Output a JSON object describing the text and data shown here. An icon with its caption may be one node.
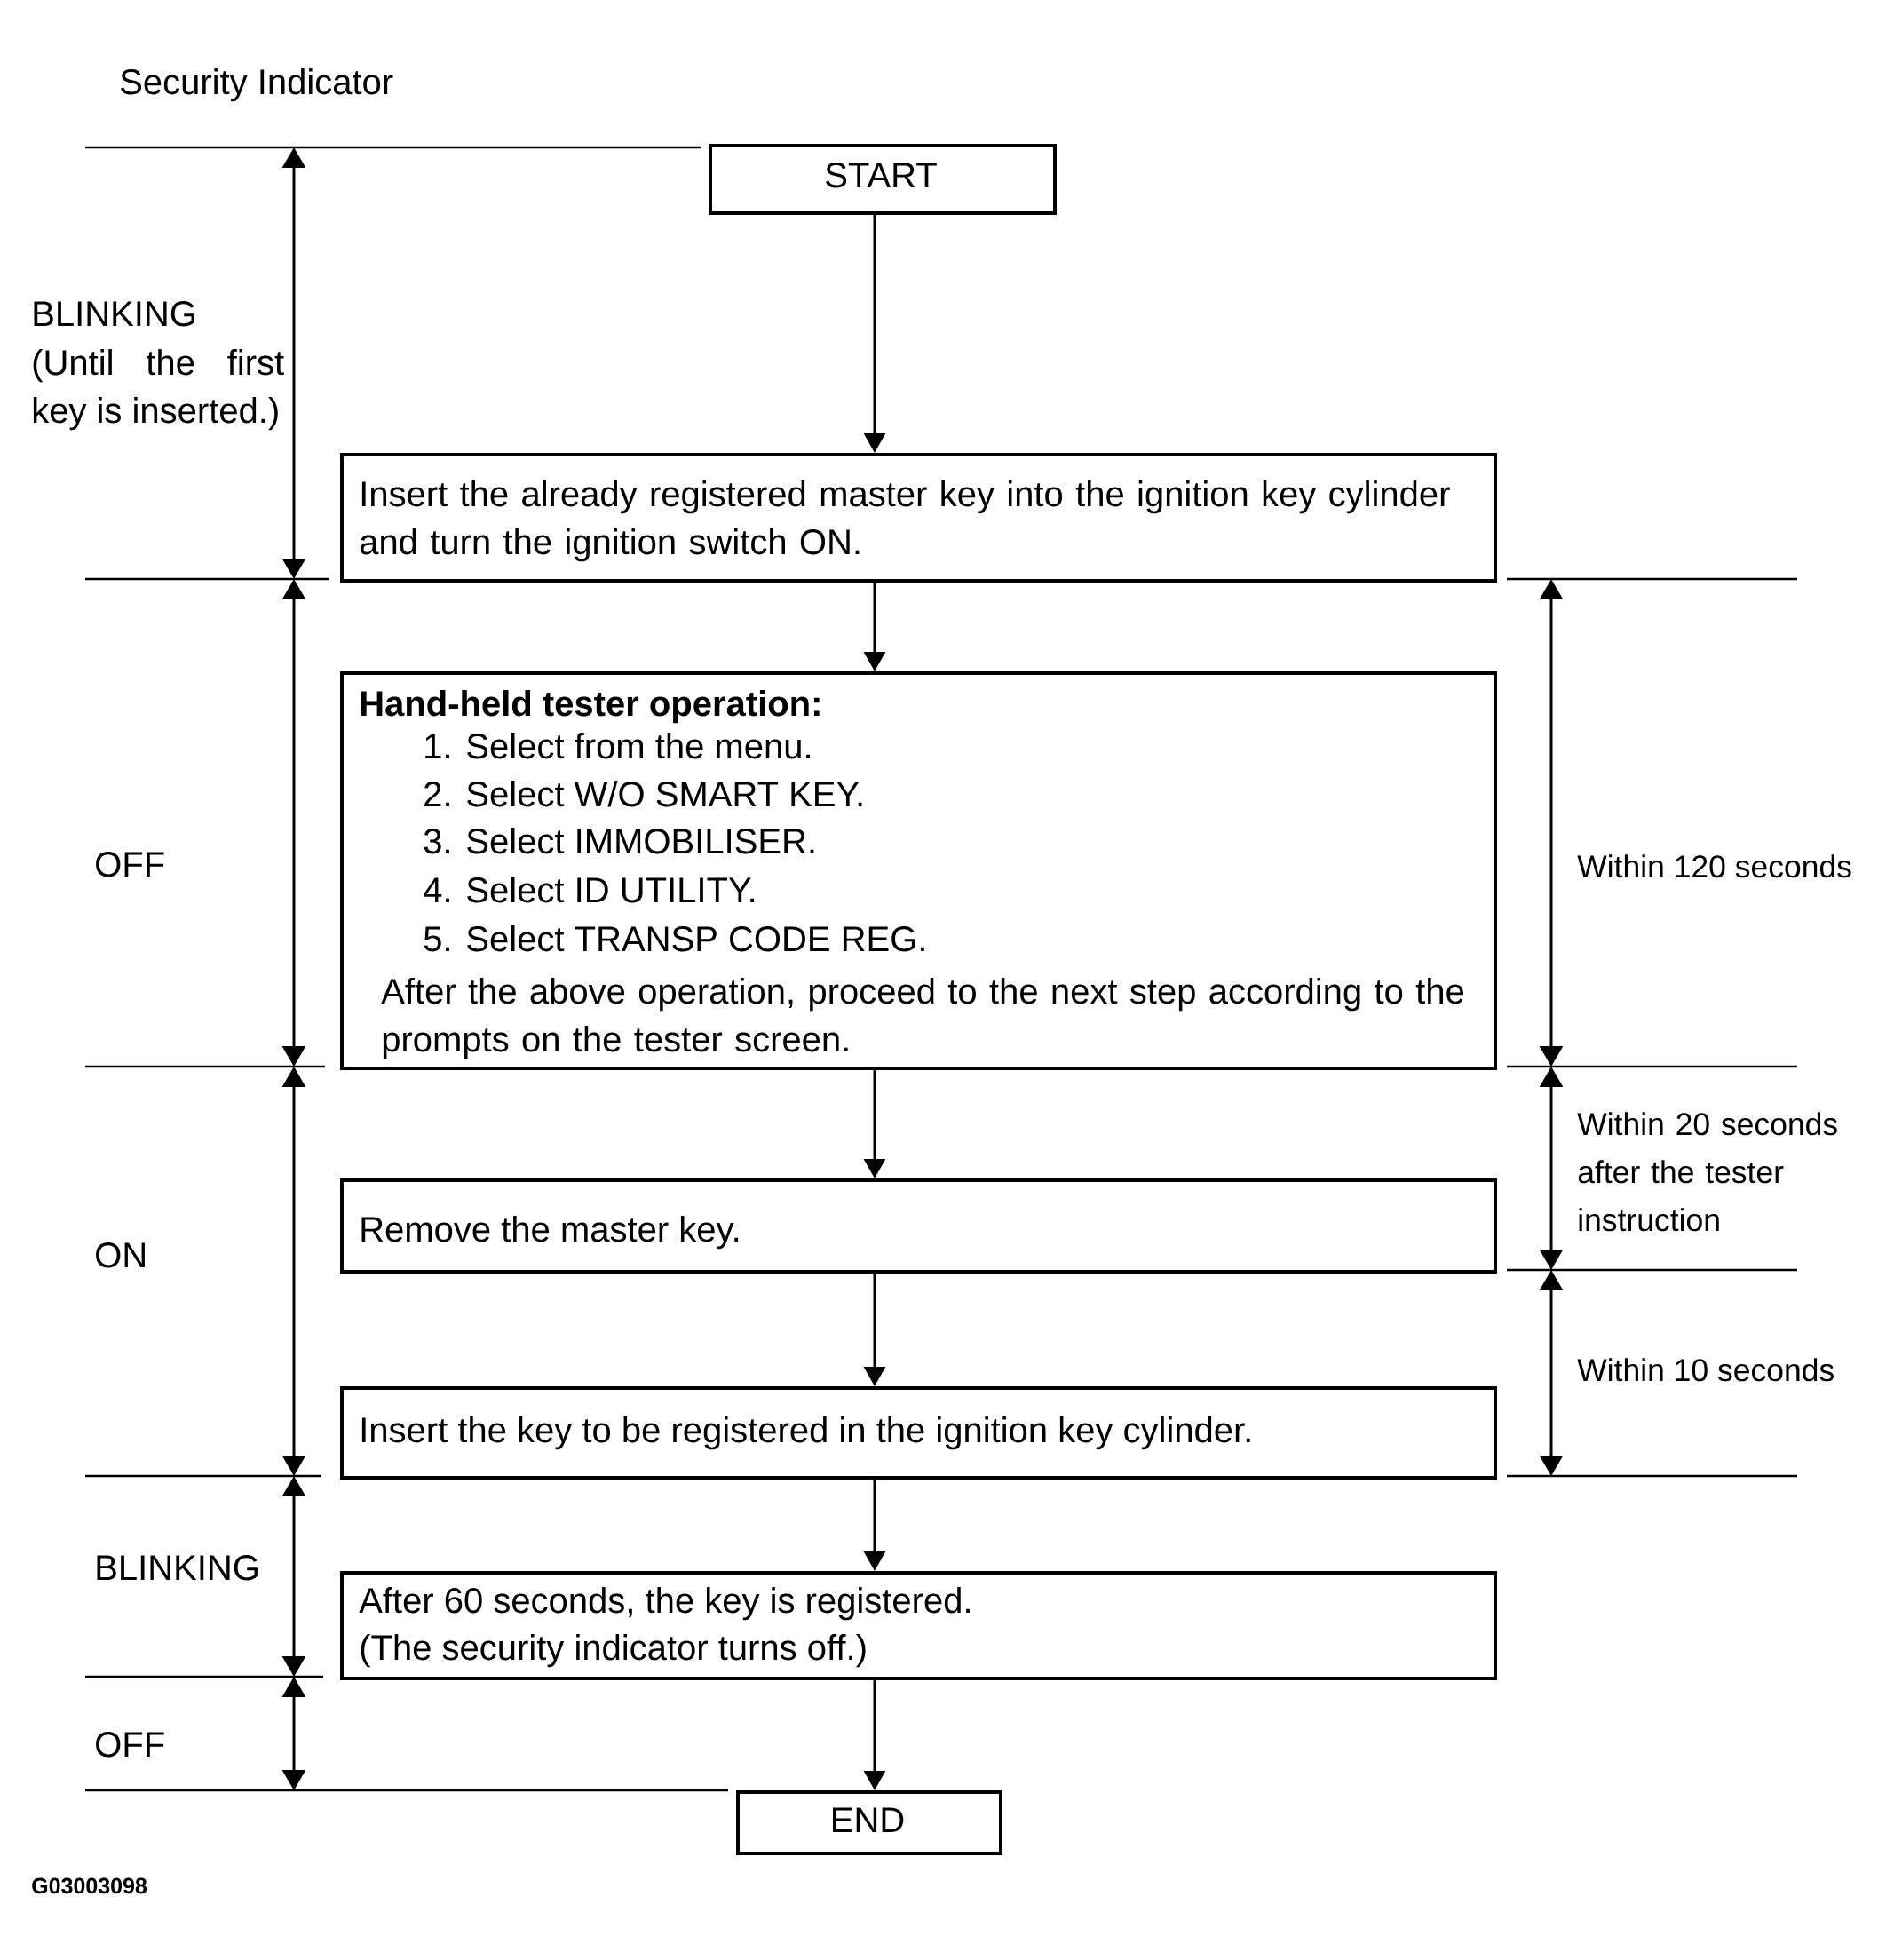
{
  "diagram": {
    "title": "Security Indicator",
    "nodes": [
      {
        "text": [
          "START"
        ]
      },
      {
        "text": [
          "Insert the already registered master key into the ignition key cylinder and turn the ignition switch ON."
        ]
      },
      {
        "text": [
          "Hand-held tester operation:",
          "1. Select from the menu.",
          "2. Select W/O SMART KEY.",
          "3. Select IMMOBILISER.",
          "4. Select ID UTILITY.",
          "5. Select TRANSP CODE REG.",
          "After the above operation, proceed to the next step according to the prompts on the tester screen."
        ]
      },
      {
        "text": [
          "Remove the master key."
        ]
      },
      {
        "text": [
          "Insert the key to be registered in the ignition key cylinder."
        ]
      },
      {
        "text": [
          "After 60 seconds, the key is registered.",
          "(The security indicator turns off.)"
        ]
      },
      {
        "text": [
          "END"
        ]
      }
    ],
    "edges": [
      {
        "from": 0,
        "to": 1,
        "arrow": "to"
      },
      {
        "from": 1,
        "to": 2,
        "arrow": "to"
      },
      {
        "from": 2,
        "to": 3,
        "arrow": "to"
      },
      {
        "from": 3,
        "to": 4,
        "arrow": "to"
      },
      {
        "from": 4,
        "to": 5,
        "arrow": "to"
      },
      {
        "from": 5,
        "to": 6,
        "arrow": "to"
      }
    ],
    "labels": [
      "BLINKING",
      "(Until the first key is inserted.)",
      "OFF",
      "Within 120 seconds",
      "Within 20 seconds after the tester instruction",
      "ON",
      "Within 10 seconds",
      "BLINKING",
      "OFF",
      "G03003098"
    ]
  }
}
